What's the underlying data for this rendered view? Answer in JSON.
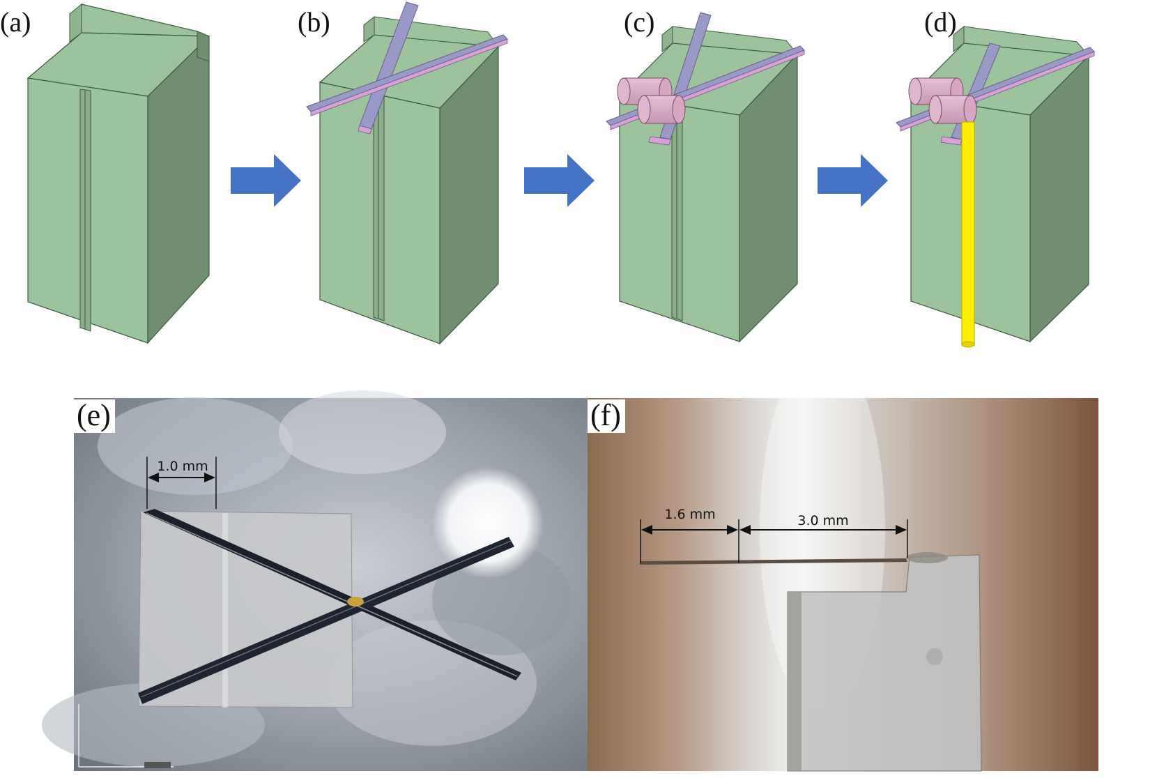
{
  "panels": {
    "a": {
      "label": "(a)"
    },
    "b": {
      "label": "(b)"
    },
    "c": {
      "label": "(c)"
    },
    "d": {
      "label": "(d)"
    },
    "e": {
      "label": "(e)",
      "dimension": "1.0 mm"
    },
    "f": {
      "label": "(f)",
      "dimension_left": "1.6 mm",
      "dimension_right": "3.0 mm"
    }
  },
  "colors": {
    "block_front": "#9dc39d",
    "block_side": "#6f8f70",
    "outline": "#3b5a3f",
    "strip": "#9999c8",
    "strip_edge": "#d8a2d8",
    "roller": "#d8a8c4",
    "rod": "#ffee00",
    "arrow": "#4472c4"
  },
  "icons": [
    "arrow-right-icon"
  ]
}
